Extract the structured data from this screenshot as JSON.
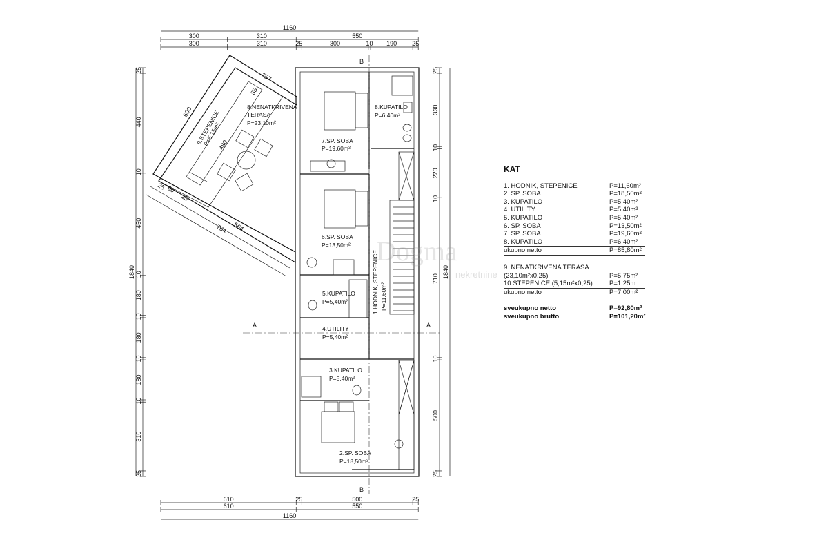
{
  "dimensions": {
    "top_total": "1160",
    "top_row1": [
      "300",
      "310",
      "550"
    ],
    "top_row2": [
      "300",
      "310",
      "25",
      "300",
      "10",
      "190",
      "25"
    ],
    "bottom_row1": [
      "610",
      "25",
      "500",
      "25"
    ],
    "bottom_row2": [
      "610",
      "550"
    ],
    "bottom_total": "1160",
    "left_total": "1840",
    "left_chain": [
      "25",
      "440",
      "10",
      "450",
      "10",
      "180",
      "10",
      "180",
      "10",
      "180",
      "10",
      "310",
      "25"
    ],
    "right_chain": [
      "25",
      "330",
      "10",
      "220",
      "10",
      "710",
      "10",
      "500",
      "25"
    ],
    "right_total": "1840",
    "terrace": {
      "d357": "357",
      "d600": "600",
      "d85": "85",
      "d480": "480",
      "d25a": "25",
      "d90": "90",
      "d25b": "25",
      "d704": "704",
      "d564": "564"
    }
  },
  "section_markers": {
    "a": "A",
    "b": "B"
  },
  "rooms": {
    "r1": {
      "name": "1.HODNIK, STEPENICE",
      "area": "P=11,60m²"
    },
    "r2": {
      "name": "2.SP. SOBA",
      "area": "P=18,50m²"
    },
    "r3": {
      "name": "3.KUPATILO",
      "area": "P=5,40m²"
    },
    "r4": {
      "name": "4.UTILITY",
      "area": "P=5,40m²"
    },
    "r5": {
      "name": "5.KUPATILO",
      "area": "P=5,40m²"
    },
    "r6": {
      "name": "6.SP. SOBA",
      "area": "P=13,50m²"
    },
    "r7": {
      "name": "7.SP. SOBA",
      "area": "P=19,60m²"
    },
    "r8": {
      "name": "8.KUPATILO",
      "area": "P=6,40m²"
    },
    "r9": {
      "name1": "8.NENATKRIVENA",
      "name2": "TERASA",
      "area": "P=23,10m²"
    },
    "r10": {
      "name": "9.STEPENICE",
      "area": "P=5,15m²"
    }
  },
  "legend": {
    "title": "KAT",
    "items": [
      {
        "name": "1. HODNIK, STEPENICE",
        "value": "P=11,60m²"
      },
      {
        "name": "2. SP. SOBA",
        "value": "P=18,50m²"
      },
      {
        "name": "3. KUPATILO",
        "value": "P=5,40m²"
      },
      {
        "name": "4. UTILITY",
        "value": "P=5,40m²"
      },
      {
        "name": "5. KUPATILO",
        "value": "P=5,40m²"
      },
      {
        "name": "6. SP. SOBA",
        "value": "P=13,50m²"
      },
      {
        "name": "7. SP. SOBA",
        "value": "P=19,60m²"
      },
      {
        "name": "8. KUPATILO",
        "value": "P=6,40m²"
      }
    ],
    "subtotal1": {
      "name": "ukupno netto",
      "value": "P=85,80m²"
    },
    "items2": [
      {
        "name": "9. NENATKRIVENA TERASA",
        "value": ""
      },
      {
        "name": "(23,10m²x0,25)",
        "value": "P=5,75m²"
      },
      {
        "name": "10.STEPENICE (5,15m²x0,25)",
        "value": "P=1,25m"
      }
    ],
    "subtotal2": {
      "name": "ukupno netto",
      "value": "P=7,00m²"
    },
    "total_net": {
      "name": "sveukupno netto",
      "value": "P=92,80m²"
    },
    "total_gross": {
      "name": "sveukupno brutto",
      "value": "P=101,20m²"
    }
  },
  "watermark": {
    "brand": "Dogma",
    "sub": "nekretnine"
  }
}
